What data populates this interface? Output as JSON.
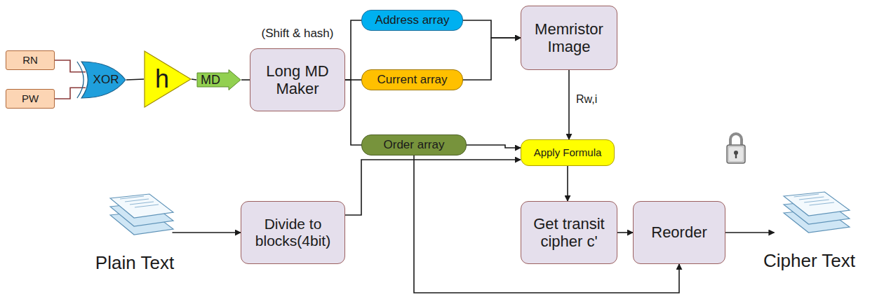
{
  "diagram": {
    "nodes": [
      {
        "text": [
          "RN"
        ]
      },
      {
        "text": [
          "PW"
        ]
      },
      {
        "text": [
          "XOR"
        ]
      },
      {
        "text": [
          "h"
        ]
      },
      {
        "text": [
          "MD"
        ]
      },
      {
        "text": [
          "(Shift & hash)",
          "Long MD Maker"
        ]
      },
      {
        "text": [
          "Address array"
        ]
      },
      {
        "text": [
          "Memristor Image"
        ]
      },
      {
        "text": [
          "Current array"
        ]
      },
      {
        "text": [
          "Order array"
        ]
      },
      {
        "text": [
          "Apply Formula"
        ]
      },
      {
        "text": [
          "Plain Text"
        ]
      },
      {
        "text": [
          "Divide to blocks(4bit)"
        ]
      },
      {
        "text": [
          "Get transit cipher c'"
        ]
      },
      {
        "text": [
          "Reorder"
        ]
      },
      {
        "text": [
          "Cipher Text"
        ]
      }
    ],
    "edges": [
      {
        "from": 0,
        "to": 2,
        "arrow": "none"
      },
      {
        "from": 1,
        "to": 2,
        "arrow": "none"
      },
      {
        "from": 2,
        "to": 3,
        "arrow": "none"
      },
      {
        "from": 3,
        "to": 4,
        "arrow": "none"
      },
      {
        "from": 4,
        "to": 5,
        "arrow": "none"
      },
      {
        "from": 5,
        "to": 6,
        "arrow": "none"
      },
      {
        "from": 5,
        "to": 8,
        "arrow": "none"
      },
      {
        "from": 5,
        "to": 9,
        "arrow": "none"
      },
      {
        "from": 6,
        "to": 7,
        "arrow": "to"
      },
      {
        "from": 8,
        "to": 7,
        "arrow": "to"
      },
      {
        "from": 7,
        "to": 10,
        "label": "Rw,i",
        "arrow": "to"
      },
      {
        "from": 9,
        "to": 10,
        "arrow": "to"
      },
      {
        "from": 11,
        "to": 12,
        "arrow": "to"
      },
      {
        "from": 12,
        "to": 10,
        "arrow": "to"
      },
      {
        "from": 10,
        "to": 13,
        "arrow": "to"
      },
      {
        "from": 13,
        "to": 14,
        "arrow": "to"
      },
      {
        "from": 14,
        "to": 15,
        "arrow": "to"
      },
      {
        "from": 9,
        "to": 14,
        "arrow": "to"
      }
    ]
  }
}
